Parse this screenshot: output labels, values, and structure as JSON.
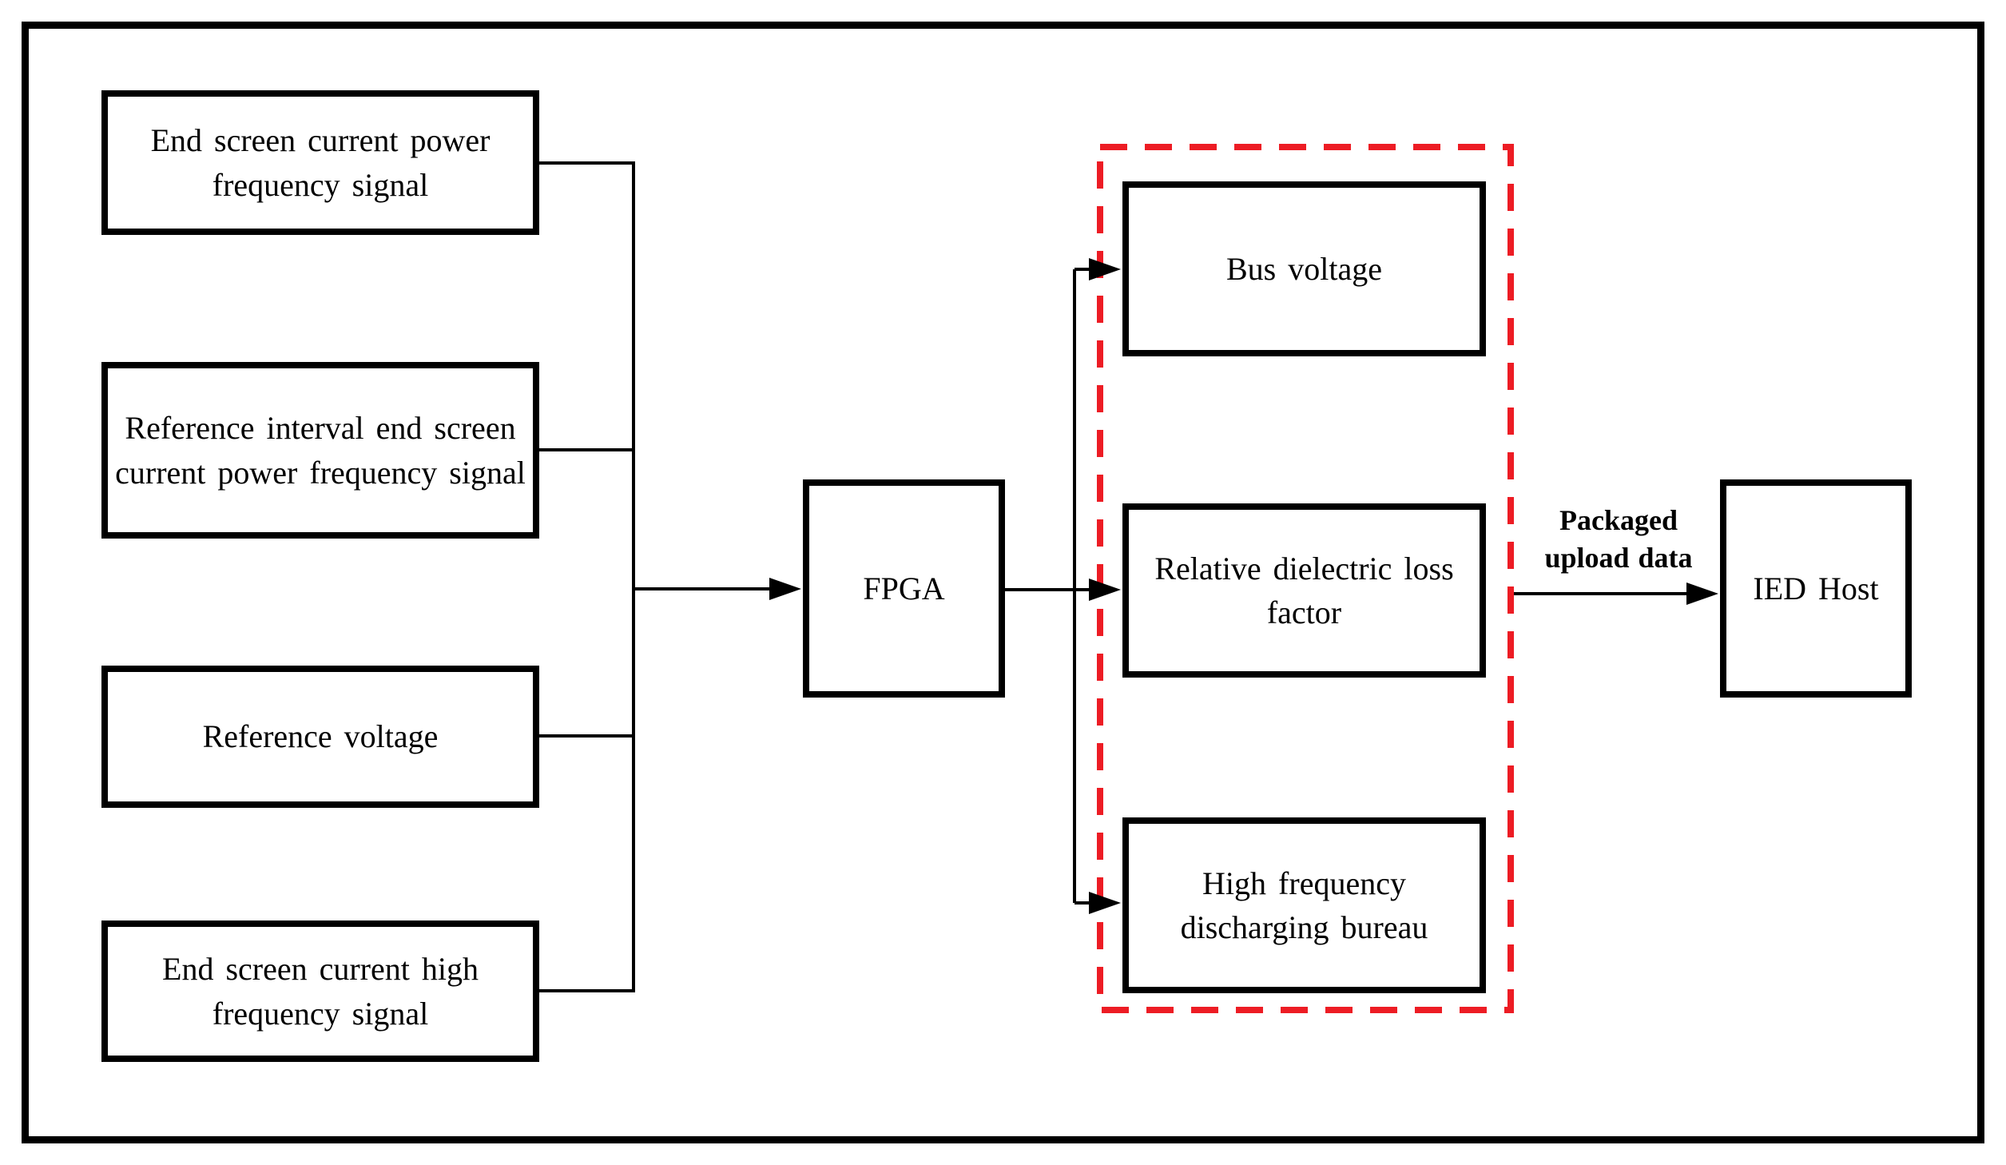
{
  "diagram": {
    "inputs": [
      {
        "label": "End screen current power frequency signal"
      },
      {
        "label": "Reference interval end screen current power frequency signal"
      },
      {
        "label": "Reference voltage"
      },
      {
        "label": "End screen current high frequency signal"
      }
    ],
    "processor": {
      "label": "FPGA"
    },
    "outputs": [
      {
        "label": "Bus voltage"
      },
      {
        "label": "Relative dielectric loss factor"
      },
      {
        "label": "High frequency discharging bureau"
      }
    ],
    "host": {
      "label": "IED Host"
    },
    "edge_label": "Packaged upload data",
    "colors": {
      "line": "#000000",
      "box_border": "#000000",
      "highlight_dashed_border": "#ed1c24",
      "background": "#ffffff"
    }
  }
}
